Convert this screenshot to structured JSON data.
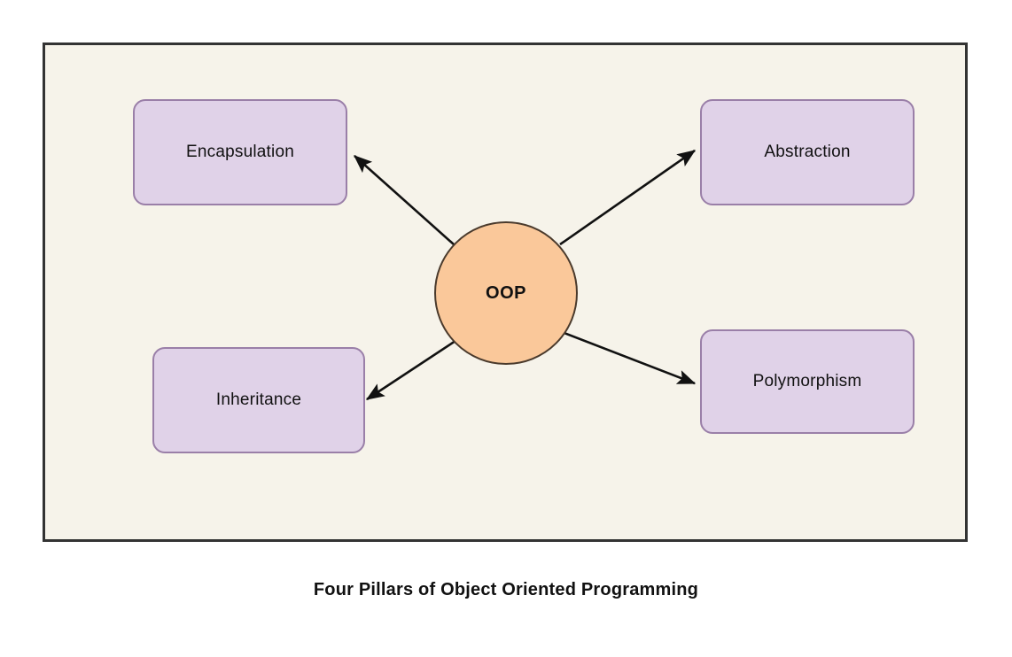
{
  "diagram": {
    "title": "Four Pillars of Object Oriented Programming",
    "hub": {
      "label": "OOP",
      "shape": "circle",
      "fill": "#fac89a",
      "stroke": "#4a3a2c"
    },
    "canvas": {
      "background": "#f6f3ea",
      "border_color": "#333333",
      "page_background": "#ffffff"
    },
    "node_style": {
      "fill": "#e0d2e8",
      "stroke": "#9a7fa8",
      "shape": "rounded-rectangle"
    },
    "connector_style": {
      "color": "#111111",
      "arrowhead": "filled-triangle",
      "direction": "hub-to-node"
    },
    "nodes": [
      {
        "id": "encapsulation",
        "label": "Encapsulation",
        "position": "top-left"
      },
      {
        "id": "abstraction",
        "label": "Abstraction",
        "position": "top-right"
      },
      {
        "id": "inheritance",
        "label": "Inheritance",
        "position": "bottom-left"
      },
      {
        "id": "polymorphism",
        "label": "Polymorphism",
        "position": "bottom-right"
      }
    ],
    "edges": [
      {
        "from": "OOP",
        "to": "Encapsulation"
      },
      {
        "from": "OOP",
        "to": "Abstraction"
      },
      {
        "from": "OOP",
        "to": "Inheritance"
      },
      {
        "from": "OOP",
        "to": "Polymorphism"
      }
    ]
  }
}
